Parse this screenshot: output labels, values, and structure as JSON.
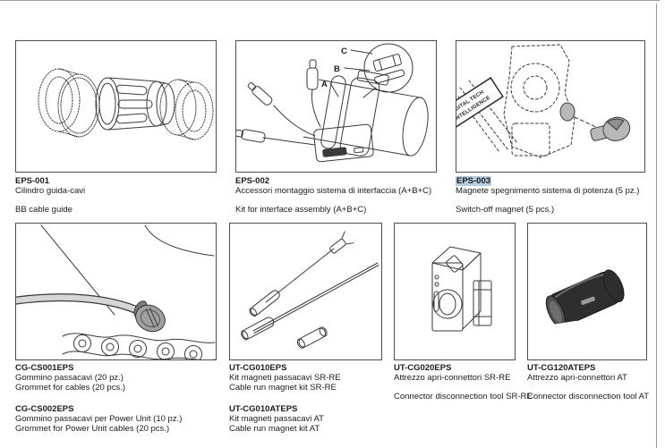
{
  "page": {
    "bg": "#ffffff",
    "frame_color": "#9a9a9a",
    "box_border_color": "#4d4d4d",
    "text_color": "#1c1c1c",
    "highlight_color": "#b5cde0",
    "selected_code": "EPS-003"
  },
  "top_row": [
    {
      "code": "EPS-001",
      "desc_it": "Cilindro guida-cavi",
      "desc_en": "BB cable guide",
      "drawing": "bb-cable-guide"
    },
    {
      "code": "EPS-002",
      "desc_it": "Accessori montaggio sistema di interfaccia (A+B+C)",
      "desc_en": "Kit for interface assembly (A+B+C)",
      "drawing": "interface-unit-kit"
    },
    {
      "code": "EPS-003",
      "desc_it": "Magnete spegnimento sistema di potenza (5 pz.)",
      "desc_en": "Switch-off magnet (5 pcs.)",
      "drawing": "switch-off-magnet",
      "highlighted": true
    }
  ],
  "bottom_row": [
    {
      "entries": [
        {
          "code": "CG-CS001EPS",
          "desc_it": "Gommino passacavi (20 pz.)",
          "desc_en": "Grommet for cables (20 pcs.)"
        },
        {
          "code": "CG-CS002EPS",
          "desc_it": "Gommino passacavi per Power Unit (10 pz.)",
          "desc_en": "Grommet for Power Unit cables (20 pcs.)"
        }
      ],
      "drawing": "cable-grommet-chain"
    },
    {
      "entries": [
        {
          "code": "UT-CG010EPS",
          "desc_it": "Kit magneti passacavi SR-RE",
          "desc_en": "Cable run magnet kit SR-RE"
        },
        {
          "code": "UT-CG010ATEPS",
          "desc_it": "Kit magneti passacavi AT",
          "desc_en": "Cable run magnet kit AT"
        }
      ],
      "drawing": "cable-run-magnets"
    },
    {
      "entries": [
        {
          "code": "UT-CG020EPS",
          "desc_it": "Attrezzo apri-connettori SR-RE",
          "desc_en": "Connector disconnection tool SR-RE"
        }
      ],
      "drawing": "connector-tool-sr-re"
    },
    {
      "entries": [
        {
          "code": "UT-CG120ATEPS",
          "desc_it": "Attrezzo apri-connettori AT",
          "desc_en": "Connector disconnection tool AT"
        }
      ],
      "drawing": "connector-tool-at"
    }
  ],
  "diagram": {
    "callout_a": "A",
    "callout_b": "B",
    "callout_c": "C",
    "flag_line1": "DIGITAL TECH",
    "flag_line2": "INTELLIGENCE"
  }
}
